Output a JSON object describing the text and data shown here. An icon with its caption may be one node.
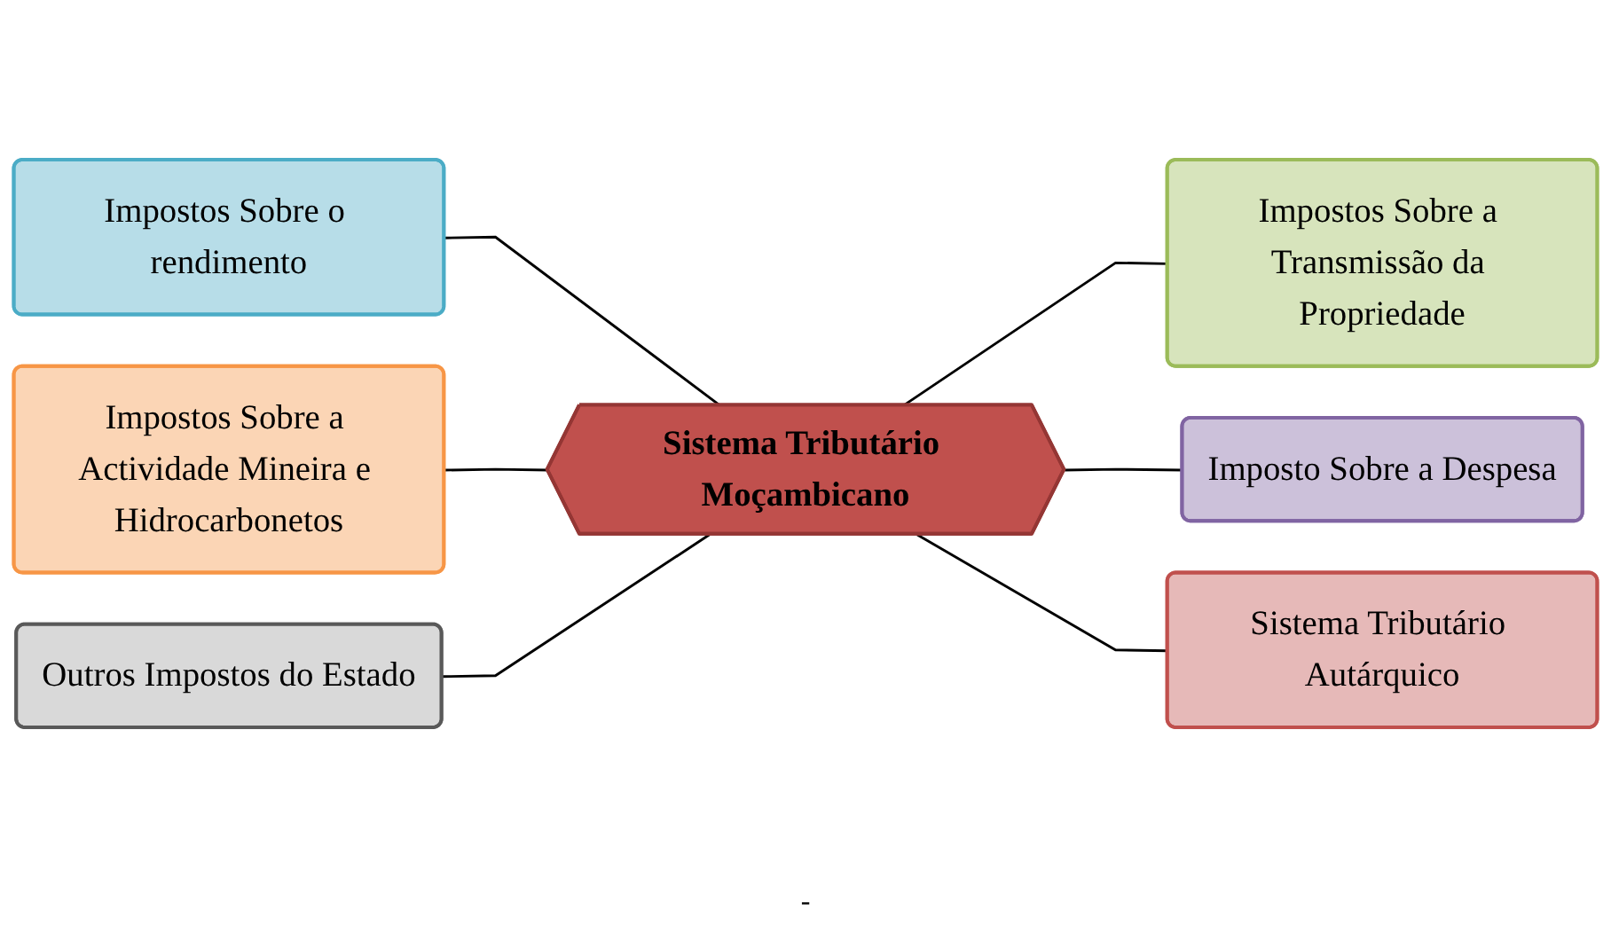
{
  "diagram": {
    "nodes": [
      {
        "text": [
          "Sistema Tributário Moçambicano"
        ]
      },
      {
        "text": [
          "Impostos Sobre o rendimento"
        ]
      },
      {
        "text": [
          "Impostos Sobre a Transmissão da Propriedade"
        ]
      },
      {
        "text": [
          "Impostos Sobre a Actividade Mineira e Hidrocarbonetos"
        ]
      },
      {
        "text": [
          "Imposto Sobre a Despesa"
        ]
      },
      {
        "text": [
          "Outros Impostos do Estado"
        ]
      },
      {
        "text": [
          "Sistema Tributário Autárquico"
        ]
      }
    ],
    "edges": [
      {
        "from": 1,
        "to": 0,
        "arrow": "none"
      },
      {
        "from": 3,
        "to": 0,
        "arrow": "none"
      },
      {
        "from": 5,
        "to": 0,
        "arrow": "none"
      },
      {
        "from": 0,
        "to": 2,
        "arrow": "none"
      },
      {
        "from": 0,
        "to": 4,
        "arrow": "none"
      },
      {
        "from": 0,
        "to": 6,
        "arrow": "none"
      }
    ],
    "labels": [
      "-"
    ]
  }
}
